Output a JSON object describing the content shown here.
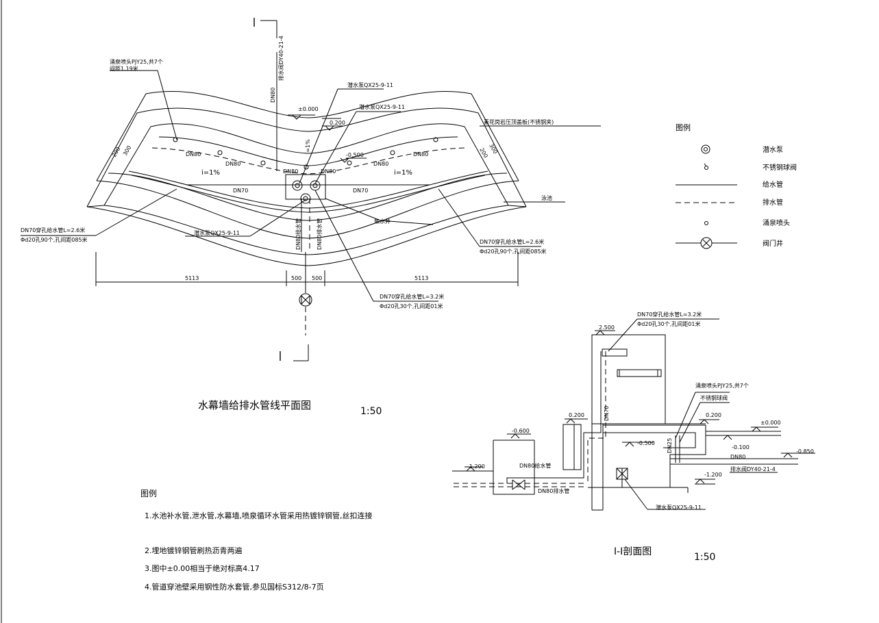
{
  "plan": {
    "title": "水幕墙给排水管线平面图",
    "scale": "1:50",
    "labels": {
      "nozzle": "涌泉喷头PJY25,共7个",
      "nozzle_spacing": "间距1.19米",
      "valve_top": "排水阀DY40-21-4",
      "dn80_v": "DN80",
      "pump1": "潜水泵QX25-9-11",
      "pump2": "潜水泵QX25-9-11",
      "pump3": "潜水泵QX25-9-11",
      "elev0": "±0.000",
      "elev200": "0.200",
      "elev500": "-0.500",
      "slope_center": "i=1%",
      "slope_left": "i=1%",
      "slope_right": "i=1%",
      "cover": "素花岗岩压顶盖板(不锈钢夹)",
      "dn80_a": "DN80",
      "dn80_b": "DN80",
      "dn80_c": "DN80",
      "dn80_d": "DN80",
      "dn80_e": "DN80",
      "dn80_f": "DN80",
      "dn70_l": "DN70",
      "dn70_r": "DN70",
      "pool": "泳池",
      "sump": "集水井",
      "pipe_left_1": "DN70穿孔给水管L=2.6米",
      "pipe_left_2": "Φd20孔90个,孔间距085米",
      "pipe_right_1": "DN70穿孔给水管L=2.6米",
      "pipe_right_2": "Φd20孔90个,孔间距085米",
      "pipe_bot_1": "DN70穿孔给水管L=3.2米",
      "pipe_bot_2": "Φd20孔30个,孔间距01米",
      "dn80_vert1": "DN80给水管",
      "dn80_vert2": "DN80排水管",
      "d200l": "200",
      "d300l": "300",
      "d200r": "200",
      "d300r": "300",
      "dim_l": "5113",
      "dim_c1": "500",
      "dim_c2": "500",
      "dim_r": "5113"
    }
  },
  "legend": {
    "title": "图例",
    "items": [
      {
        "symbol": "pump-symbol",
        "label": "潜水泵"
      },
      {
        "symbol": "valve-symbol",
        "label": "不锈钢球阀"
      },
      {
        "symbol": "supply-pipe-symbol",
        "label": "给水管"
      },
      {
        "symbol": "drain-pipe-symbol",
        "label": "排水管"
      },
      {
        "symbol": "spray-head-symbol",
        "label": "涌泉喷头"
      },
      {
        "symbol": "valve-well-symbol",
        "label": "阀门井"
      }
    ]
  },
  "notes": {
    "title": "图例",
    "lines": [
      "1.水池补水管,泄水管,水幕墙,喷泉循环水管采用热镀锌钢管,丝扣连接",
      "2.埋地镀锌钢管刷热沥青两遍",
      "3.图中±0.00相当于绝对标高4.17",
      "4.管道穿池壁采用钢性防水套管,参见国标S312/8-7页"
    ]
  },
  "section": {
    "title": "I-I剖面图",
    "scale": "1:50",
    "labels": {
      "pipe_1": "DN70穿孔给水管L=3.2米",
      "pipe_2": "Φd20孔30个,孔间距01米",
      "e2500": "2.500",
      "e200a": "0.200",
      "e200b": "0.200",
      "e600": "-0.600",
      "e0": "±0.000",
      "e500": "-0.500",
      "e100": "-0.100",
      "e850": "-0.850",
      "e1200a": "-1.200",
      "e1200b": "-1.200",
      "dn70": "DN70",
      "dn25": "DN25",
      "dn80": "DN80",
      "nozzle": "涌泉喷头PJY25,共7个",
      "valve": "不锈钢球阀",
      "drain_valve": "排水阀DY40-21-4",
      "supply": "DN80给水管",
      "drain": "DN80排水管",
      "pump": "潜水泵QX25-9-11",
      "marker": "I"
    }
  },
  "section_marks": {
    "top": "I",
    "bottom": "I"
  }
}
